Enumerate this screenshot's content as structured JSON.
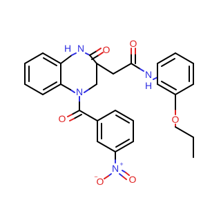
{
  "molecule": {
    "atoms": {
      "nh_ring": "H",
      "n_ring": "N",
      "o_ketone": "O",
      "o_amide": "O",
      "nh_amide": "H",
      "n_amide": "N",
      "o_ether": "O",
      "o_benzoyl": "O",
      "n_nitro": "N",
      "nitro_plus": "+",
      "o_nitro_a": "O",
      "o_nitro_b": "O",
      "nitro_minus": "−",
      "n_quinoxaline": "N"
    },
    "colors": {
      "carbon_bond": "#000000",
      "nitrogen": "#2d2de2",
      "oxygen": "#e02020",
      "background": "#ffffff"
    }
  }
}
